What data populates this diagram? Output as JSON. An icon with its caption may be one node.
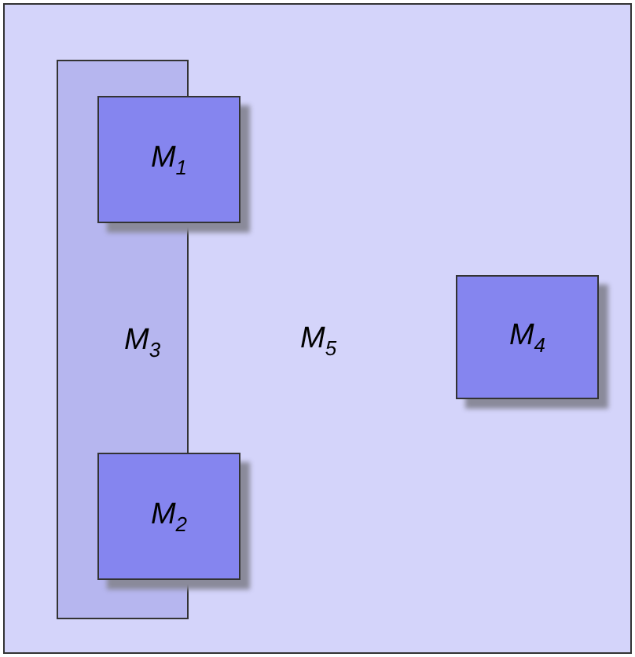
{
  "diagram": {
    "nodes": [
      {
        "text": [
          "M$_{5}$"
        ]
      },
      {
        "text": [
          "M$_{3}$"
        ],
        "in": 0
      },
      {
        "text": [
          "M$_{1}$"
        ],
        "in": 0
      },
      {
        "text": [
          "M$_{2}$"
        ],
        "in": 0
      },
      {
        "text": [
          "M$_{4}$"
        ],
        "in": 0
      }
    ]
  }
}
